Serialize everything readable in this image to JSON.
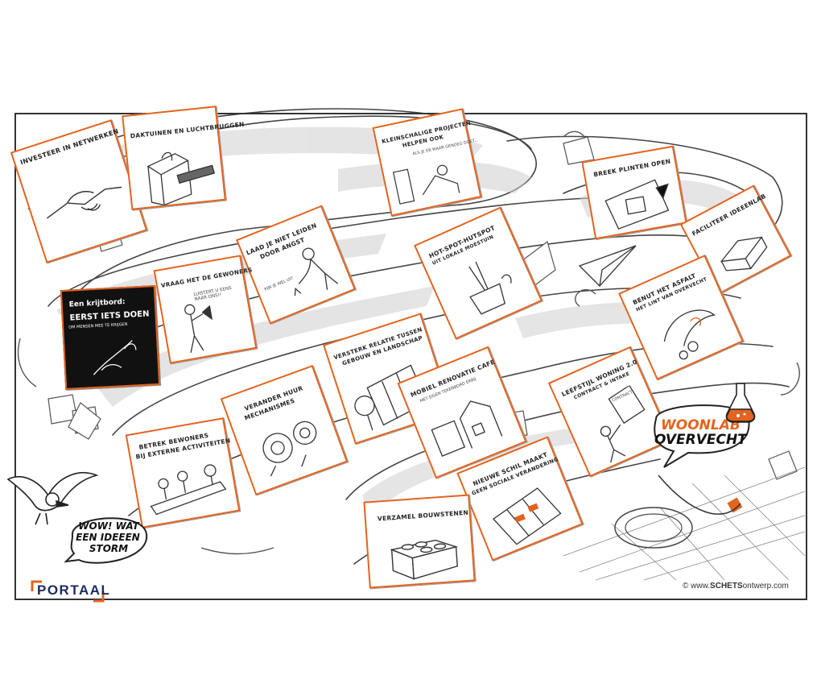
{
  "cards": [
    {
      "id": "c1",
      "title": "Investeer in netwerken"
    },
    {
      "id": "c2",
      "title": "Daktuinen en luchtbruggen"
    },
    {
      "id": "c3",
      "title_l1": "Kleinschalige projecten",
      "title_l2": "helpen ook",
      "sub": "Als je er maar genoeg doet..."
    },
    {
      "id": "c4",
      "title": "Breek plinten open"
    },
    {
      "id": "c5",
      "title": "Faciliteer ideeenlab"
    },
    {
      "id": "c6",
      "title_l1": "Laad je niet leiden",
      "title_l2": "door angst",
      "sub": "Kijk je wel uit"
    },
    {
      "id": "c7",
      "title": "Vraag het de gewoners",
      "sub": "Luistert u eens naar ons!!"
    },
    {
      "id": "c8",
      "title_l1": "Hot-spot-hutspot",
      "title_l2": "uit lokale moestuin"
    },
    {
      "id": "c9",
      "title_l1": "Benut het asfalt",
      "title_l2": "het lint van Overvecht"
    },
    {
      "id": "c10",
      "title_l1": "Versterk relatie tussen",
      "title_l2": "gebouw en landschap"
    },
    {
      "id": "c11",
      "title_l1": "Verander huur",
      "title_l2": "mechanismes"
    },
    {
      "id": "c12",
      "title_l1": "Mobiel renovatie cafe",
      "title_l2": "met eigen tekenbord erbij"
    },
    {
      "id": "c13",
      "title_l1": "Leefstijl woning 2.0",
      "title_l2": "Contract & intake",
      "sub": "Contract"
    },
    {
      "id": "c14",
      "title_l1": "Betrek bewoners",
      "title_l2": "bij externe activiteiten"
    },
    {
      "id": "c15",
      "title_l1": "Nieuwe schil maakt",
      "title_l2": "geen sociale verandering"
    },
    {
      "id": "c16",
      "title": "Verzamel bouwstenen"
    }
  ],
  "blackboard": {
    "l1": "Een krijtbord:",
    "l2": "Eerst iets doen",
    "l3": "om mensen mee te krijgen"
  },
  "woonlab": {
    "l1": "WOONLAB",
    "l2": "OVERVECHT"
  },
  "bubble": {
    "l1": "WOW! WAT",
    "l2": "EEN IDEEEN",
    "l3": "STORM"
  },
  "logo": {
    "text": "PORTAAL"
  },
  "credit": {
    "prefix": "© www.",
    "brand": "SCHETS",
    "suffix": "ontwerp.com"
  },
  "colors": {
    "accent": "#e2641f",
    "ink": "#222222",
    "navy": "#1e2b5e"
  },
  "icons": [
    "handshake-icon",
    "paper-plane-icon",
    "lab-flask-icon",
    "lego-brick-icon",
    "seagull-icon"
  ]
}
